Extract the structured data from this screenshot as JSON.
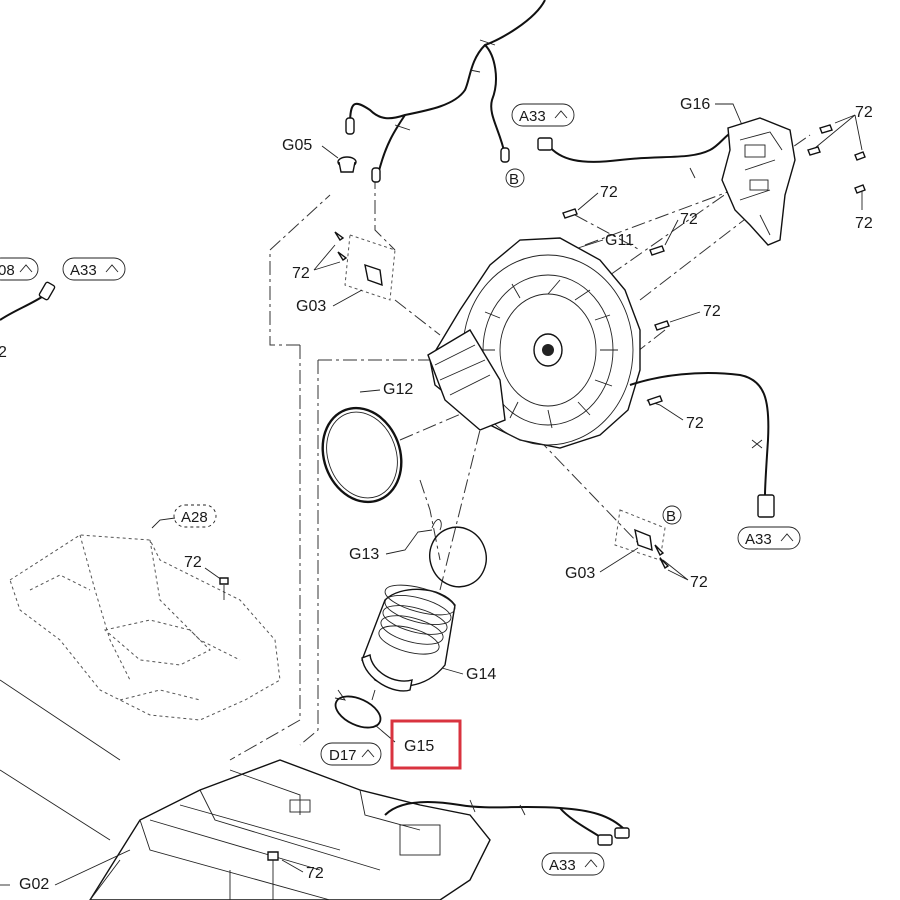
{
  "labels": {
    "g05": "G05",
    "g16": "G16",
    "g11": "G11",
    "g03_top": "G03",
    "g03_right": "G03",
    "g12": "G12",
    "g13": "G13",
    "g14": "G14",
    "g15": "G15",
    "g02": "G02",
    "n72": "72",
    "n2": "2",
    "a33": "A33",
    "a28": "A28",
    "d17": "D17",
    "b": "B",
    "a08_partial": "08"
  },
  "highlight": {
    "label": "G15",
    "color": "#d9333f"
  }
}
